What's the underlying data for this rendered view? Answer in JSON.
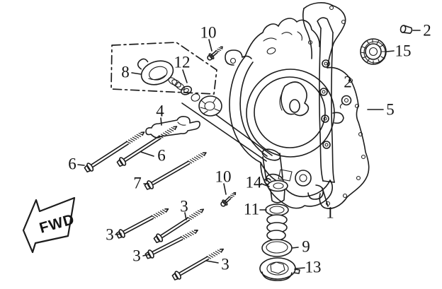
{
  "page": {
    "background": "#ffffff",
    "ink": "#1c1c1c"
  },
  "diagram": {
    "kind": "exploded-parts-diagram",
    "subject": "engine right crankcase cover",
    "fwd_label": "FWD",
    "callouts": [
      {
        "part": "flange-bolt-upper",
        "label": "10"
      },
      {
        "part": "dowel-pin-upper",
        "label": "2"
      },
      {
        "part": "oil-seal",
        "label": "15"
      },
      {
        "part": "oil-dipstick",
        "label": "8"
      },
      {
        "part": "dipstick-o-ring",
        "label": "12"
      },
      {
        "part": "dowel-pin-middle",
        "label": "2"
      },
      {
        "part": "cover-gasket",
        "label": "5"
      },
      {
        "part": "clamp-bracket",
        "label": "4"
      },
      {
        "part": "long-bolt-left",
        "label": "6"
      },
      {
        "part": "long-bolt-right",
        "label": "6"
      },
      {
        "part": "long-bolt-lower",
        "label": "7"
      },
      {
        "part": "flange-bolt-lower",
        "label": "10"
      },
      {
        "part": "relief-valve-cup",
        "label": "14"
      },
      {
        "part": "valve-spring",
        "label": "11"
      },
      {
        "part": "crankcase-cover",
        "label": "1"
      },
      {
        "part": "stud-bolt-a",
        "label": "3"
      },
      {
        "part": "stud-bolt-b",
        "label": "3"
      },
      {
        "part": "stud-bolt-c",
        "label": "3"
      },
      {
        "part": "stud-bolt-d",
        "label": "3"
      },
      {
        "part": "drain-o-ring",
        "label": "9"
      },
      {
        "part": "drain-cap",
        "label": "13"
      }
    ]
  }
}
